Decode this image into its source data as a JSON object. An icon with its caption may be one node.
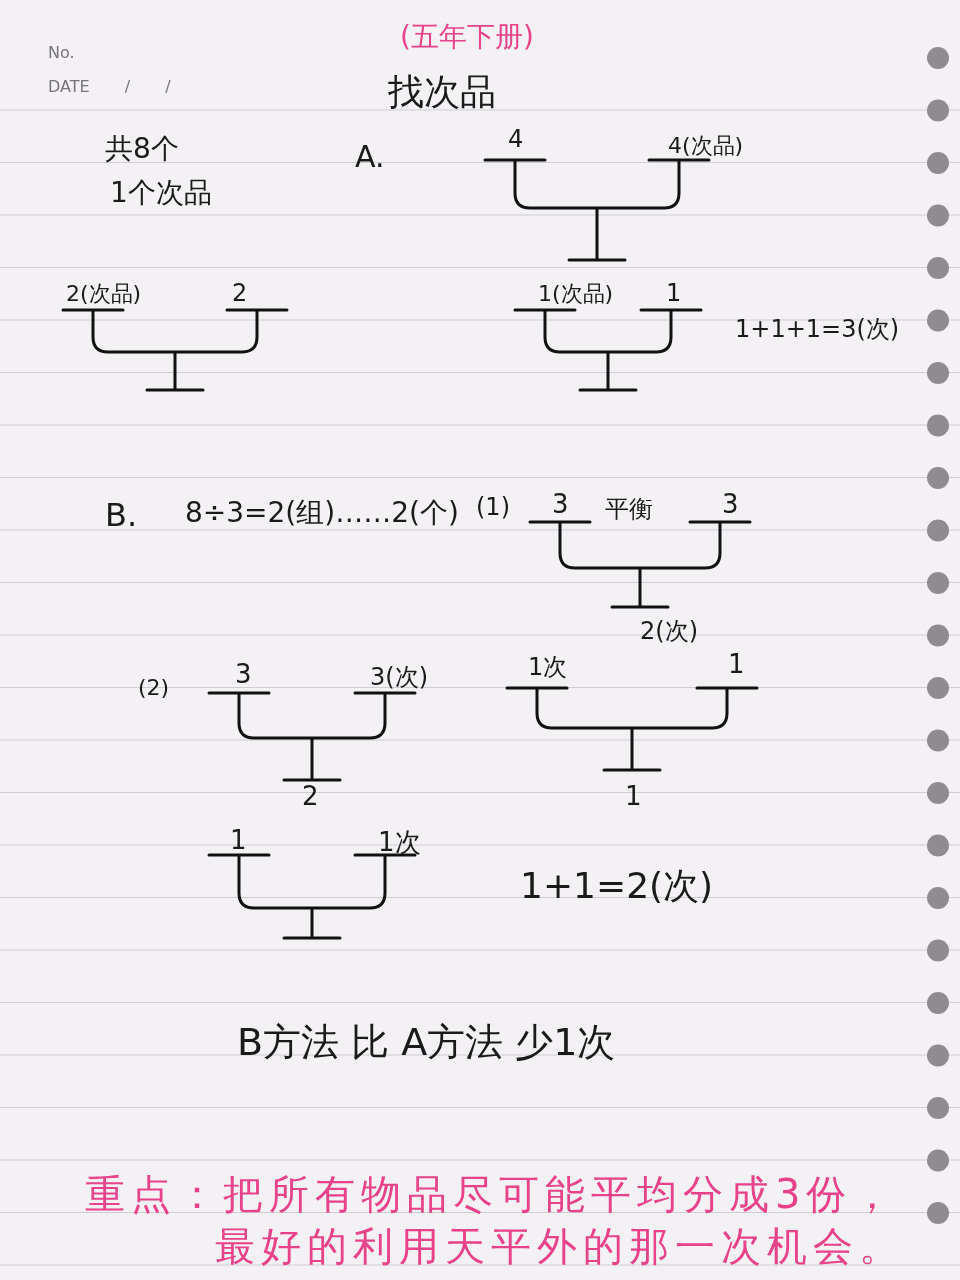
{
  "diagram": {
    "title": "找次品",
    "labels": [
      "No.",
      "DATE / /",
      "(五年下册)",
      "共8个",
      "1个次品",
      "A.",
      "4",
      "4(次品)",
      "2(次品)",
      "2",
      "1(次品)",
      "1",
      "1+1+1=3(次)",
      "B.",
      "8÷3=2(组)……2(个)",
      "(1)",
      "3",
      "平衡",
      "3",
      "2(次)",
      "(2)",
      "3",
      "3(次)",
      "1次",
      "1",
      "2",
      "1",
      "1",
      "1次",
      "1+1=2(次)",
      "B方法 比 A方法 少1次",
      "重点：把所有物品尽可能平均分成3份，最好的利用天平外的那一次机会。"
    ]
  }
}
